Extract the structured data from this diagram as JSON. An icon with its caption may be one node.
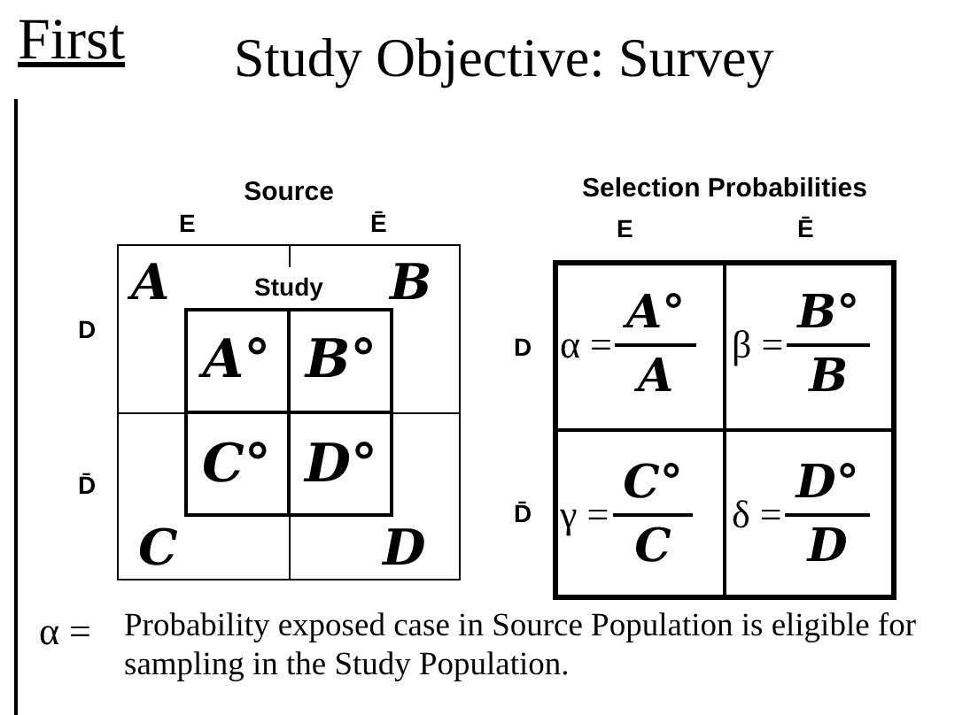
{
  "diagram": {
    "title": "Study Objective: Survey",
    "nodes": [
      {
        "text": [
          "Source"
        ]
      },
      {
        "text": [
          "Study"
        ],
        "in": 0
      },
      {
        "text": [
          "A°"
        ],
        "in": 1
      },
      {
        "text": [
          "B°"
        ],
        "in": 1
      },
      {
        "text": [
          "C°"
        ],
        "in": 1
      },
      {
        "text": [
          "D°"
        ],
        "in": 1
      },
      {
        "text": [
          "Selection Probabilities"
        ]
      },
      {
        "text": [
          "α =",
          "A°",
          "A"
        ],
        "in": 6
      },
      {
        "text": [
          "β =",
          "B°",
          "B"
        ],
        "in": 6
      },
      {
        "text": [
          "γ =",
          "C°",
          "C"
        ],
        "in": 6
      },
      {
        "text": [
          "δ =",
          "D°",
          "D"
        ],
        "in": 6
      }
    ],
    "labels": [
      "First",
      "E",
      "Ē",
      "E",
      "Ē",
      "A",
      "B",
      "D",
      "D",
      "D̄",
      "D̄",
      "C",
      "D",
      "α =",
      "Probability exposed case in Source Population is eligible for sampling in the Study Population."
    ]
  }
}
